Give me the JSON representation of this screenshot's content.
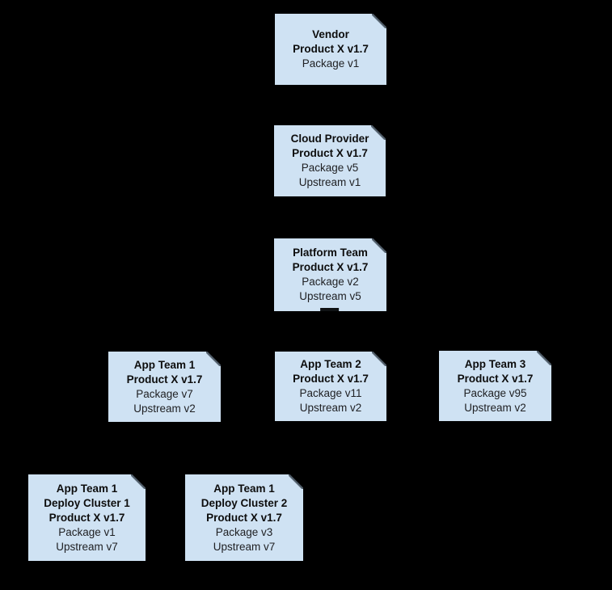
{
  "colors": {
    "background": "#000000",
    "node_fill": "#cfe2f3",
    "node_text_bold": "#0d0d0d",
    "node_text_regular": "#202124"
  },
  "diagram": {
    "nodes": [
      {
        "id": "vendor",
        "lines": [
          "Vendor",
          "Product X v1.7",
          "Package v1"
        ]
      },
      {
        "id": "cloud-provider",
        "lines": [
          "Cloud Provider",
          "Product X v1.7",
          "Package v5",
          "Upstream v1"
        ]
      },
      {
        "id": "platform-team",
        "lines": [
          "Platform Team",
          "Product X v1.7",
          "Package v2",
          "Upstream v5"
        ]
      },
      {
        "id": "app-team-1",
        "lines": [
          "App Team 1",
          "Product X v1.7",
          "Package v7",
          "Upstream v2"
        ]
      },
      {
        "id": "app-team-2",
        "lines": [
          "App Team 2",
          "Product X v1.7",
          "Package v11",
          "Upstream v2"
        ]
      },
      {
        "id": "app-team-3",
        "lines": [
          "App Team 3",
          "Product X v1.7",
          "Package v95",
          "Upstream v2"
        ]
      },
      {
        "id": "app-team-1-deploy-cluster-1",
        "lines": [
          "App Team 1",
          "Deploy Cluster 1",
          "Product X v1.7",
          "Package v1",
          "Upstream v7"
        ]
      },
      {
        "id": "app-team-1-deploy-cluster-2",
        "lines": [
          "App Team 1",
          "Deploy Cluster 2",
          "Product X v1.7",
          "Package v3",
          "Upstream v7"
        ]
      }
    ]
  }
}
